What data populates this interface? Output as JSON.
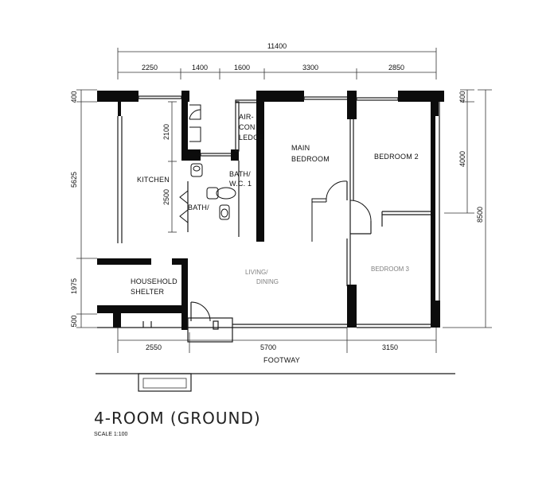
{
  "plan": {
    "title": "4-ROOM (GROUND)",
    "scale": "SCALE   1:100"
  },
  "dimensions": {
    "overall_top": "11400",
    "top_segments": [
      "2250",
      "1400",
      "1600",
      "3300",
      "2850"
    ],
    "bottom_segments": [
      "2550",
      "5700",
      "3150"
    ],
    "left_segments": [
      "400",
      "5625",
      "1975",
      "500"
    ],
    "left_inner": [
      "2100",
      "2500"
    ],
    "right_segments": [
      "400",
      "4000"
    ],
    "right_overall": "8500"
  },
  "rooms": {
    "kitchen": "KITCHEN",
    "bath_wc_1": [
      "BATH/",
      "W.C. 1"
    ],
    "bath_2": "BATH/",
    "aircon_ledge": [
      "AIR-",
      "CON",
      "LEDGE"
    ],
    "main_bedroom": [
      "MAIN",
      "BEDROOM"
    ],
    "bedroom_2": "BEDROOM 2",
    "bedroom_3": "BEDROOM 3",
    "household_shelter": [
      "HOUSEHOLD",
      "SHELTER"
    ],
    "living_dining": [
      "LIVING/",
      "DINING"
    ],
    "footway": "FOOTWAY"
  }
}
